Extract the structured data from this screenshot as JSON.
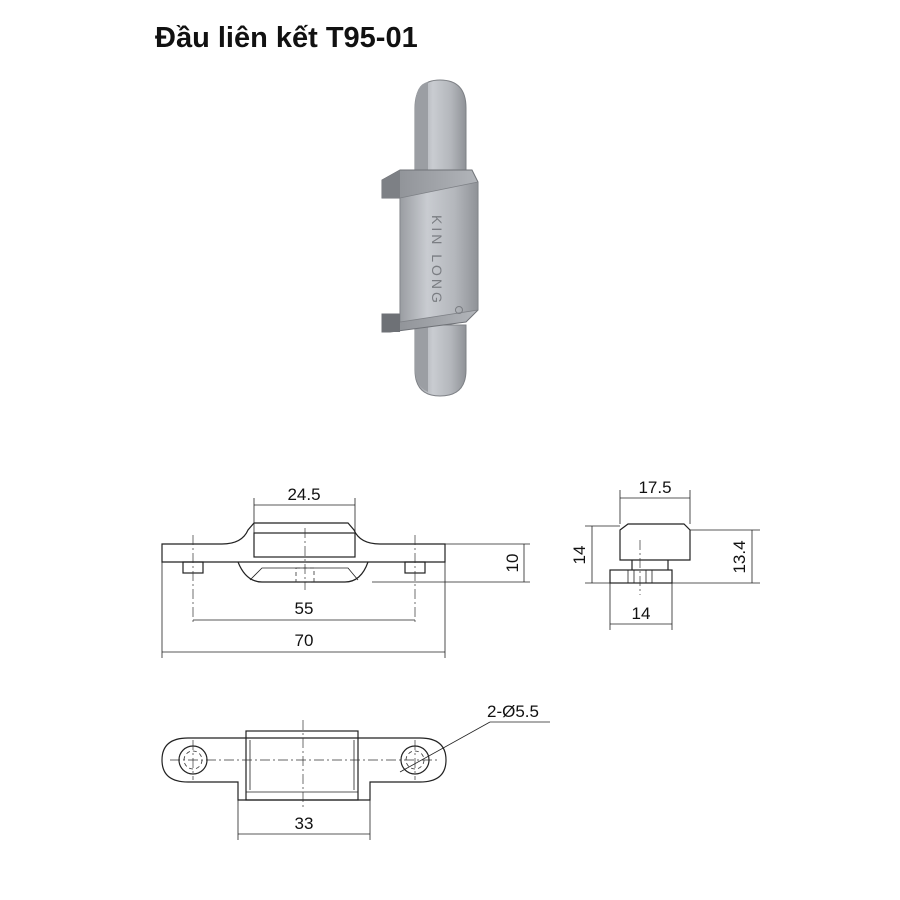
{
  "title": "Đầu liên kết T95-01",
  "photo": {
    "engraving": "KIN LONG",
    "metal_color": "#b9bcc1",
    "shadow_color": "#8d9096"
  },
  "dimensions": {
    "front_width_top": "24.5",
    "front_height": "10",
    "front_hole_spacing": "55",
    "front_overall_length": "70",
    "side_top_width": "17.5",
    "side_height_left": "14",
    "side_height_right": "13.4",
    "side_base_width": "14",
    "bottom_hole_callout": "2-Ø5.5",
    "bottom_body_width": "33"
  }
}
